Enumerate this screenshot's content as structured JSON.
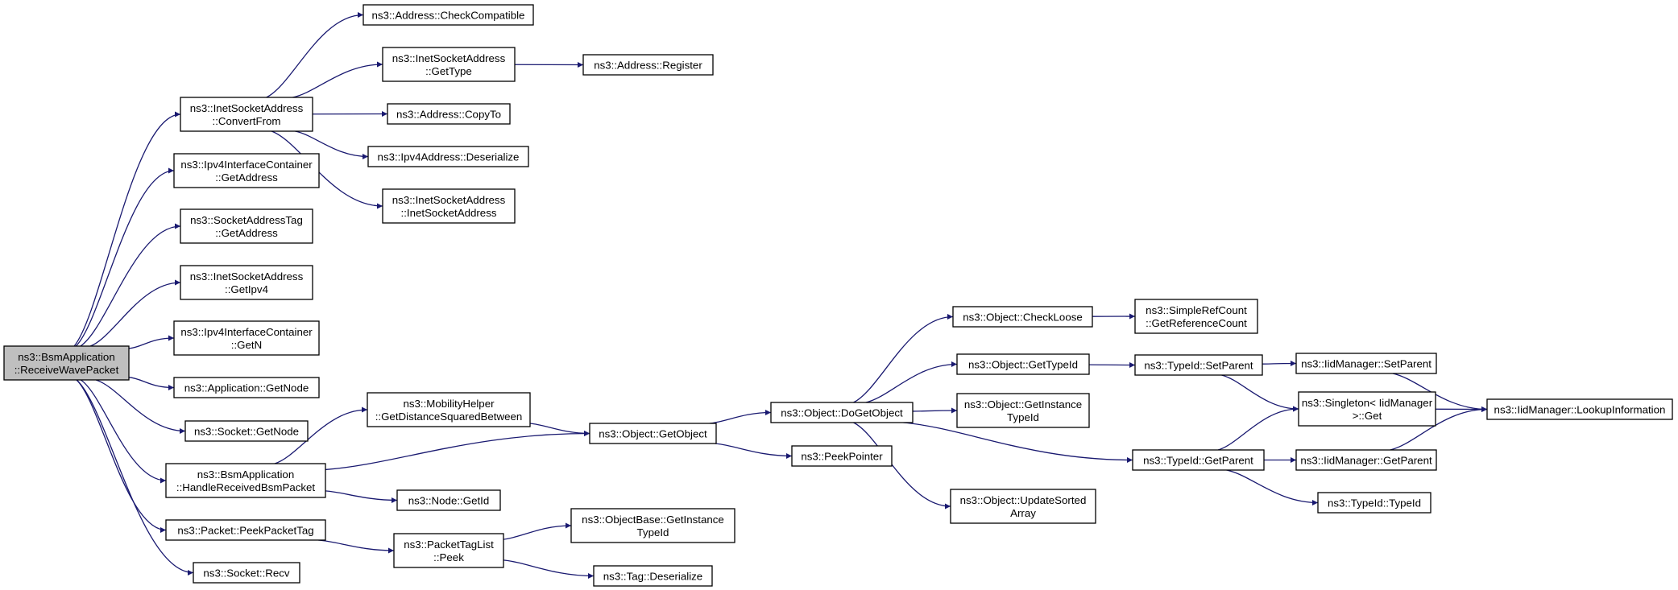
{
  "diagram": {
    "kind": "call graph",
    "edge_color": "#191970",
    "root_fill": "#bfbfbf",
    "nodes": [
      {
        "id": "root",
        "lines": [
          "ns3::BsmApplication",
          "::ReceiveWavePacket"
        ],
        "root": true
      },
      {
        "id": "convertFrom",
        "lines": [
          "ns3::InetSocketAddress",
          "::ConvertFrom"
        ]
      },
      {
        "id": "ipv4GetAddress",
        "lines": [
          "ns3::Ipv4InterfaceContainer",
          "::GetAddress"
        ]
      },
      {
        "id": "satGetAddress",
        "lines": [
          "ns3::SocketAddressTag",
          "::GetAddress"
        ]
      },
      {
        "id": "getIpv4",
        "lines": [
          "ns3::InetSocketAddress",
          "::GetIpv4"
        ]
      },
      {
        "id": "getN",
        "lines": [
          "ns3::Ipv4InterfaceContainer",
          "::GetN"
        ]
      },
      {
        "id": "appGetNode",
        "lines": [
          "ns3::Application::GetNode"
        ]
      },
      {
        "id": "sockGetNode",
        "lines": [
          "ns3::Socket::GetNode"
        ]
      },
      {
        "id": "handleBsm",
        "lines": [
          "ns3::BsmApplication",
          "::HandleReceivedBsmPacket"
        ]
      },
      {
        "id": "peekPacketTag",
        "lines": [
          "ns3::Packet::PeekPacketTag"
        ]
      },
      {
        "id": "sockRecv",
        "lines": [
          "ns3::Socket::Recv"
        ]
      },
      {
        "id": "checkCompatible",
        "lines": [
          "ns3::Address::CheckCompatible"
        ]
      },
      {
        "id": "isaGetType",
        "lines": [
          "ns3::InetSocketAddress",
          "::GetType"
        ]
      },
      {
        "id": "copyTo",
        "lines": [
          "ns3::Address::CopyTo"
        ]
      },
      {
        "id": "ipv4Deserialize",
        "lines": [
          "ns3::Ipv4Address::Deserialize"
        ]
      },
      {
        "id": "isaCtor",
        "lines": [
          "ns3::InetSocketAddress",
          "::InetSocketAddress"
        ]
      },
      {
        "id": "addrRegister",
        "lines": [
          "ns3::Address::Register"
        ]
      },
      {
        "id": "getDistSq",
        "lines": [
          "ns3::MobilityHelper",
          "::GetDistanceSquaredBetween"
        ]
      },
      {
        "id": "nodeGetId",
        "lines": [
          "ns3::Node::GetId"
        ]
      },
      {
        "id": "ptlPeek",
        "lines": [
          "ns3::PacketTagList",
          "::Peek"
        ]
      },
      {
        "id": "getObject",
        "lines": [
          "ns3::Object::GetObject"
        ]
      },
      {
        "id": "obGetInstanceTypeId",
        "lines": [
          "ns3::ObjectBase::GetInstance",
          "TypeId"
        ]
      },
      {
        "id": "tagDeserialize",
        "lines": [
          "ns3::Tag::Deserialize"
        ]
      },
      {
        "id": "doGetObject",
        "lines": [
          "ns3::Object::DoGetObject"
        ]
      },
      {
        "id": "peekPointer",
        "lines": [
          "ns3::PeekPointer"
        ]
      },
      {
        "id": "checkLoose",
        "lines": [
          "ns3::Object::CheckLoose"
        ]
      },
      {
        "id": "objGetTypeId",
        "lines": [
          "ns3::Object::GetTypeId"
        ]
      },
      {
        "id": "objGetInstanceTypeId",
        "lines": [
          "ns3::Object::GetInstance",
          "TypeId"
        ]
      },
      {
        "id": "updateSortedArray",
        "lines": [
          "ns3::Object::UpdateSorted",
          "Array"
        ]
      },
      {
        "id": "getRefCount",
        "lines": [
          "ns3::SimpleRefCount",
          "::GetReferenceCount"
        ]
      },
      {
        "id": "tidSetParent",
        "lines": [
          "ns3::TypeId::SetParent"
        ]
      },
      {
        "id": "tidGetParent",
        "lines": [
          "ns3::TypeId::GetParent"
        ]
      },
      {
        "id": "iidSetParent",
        "lines": [
          "ns3::IidManager::SetParent"
        ]
      },
      {
        "id": "singletonGet",
        "lines": [
          "ns3::Singleton< IidManager",
          ">::Get"
        ]
      },
      {
        "id": "iidGetParent",
        "lines": [
          "ns3::IidManager::GetParent"
        ]
      },
      {
        "id": "tidTypeId",
        "lines": [
          "ns3::TypeId::TypeId"
        ]
      },
      {
        "id": "lookupInfo",
        "lines": [
          "ns3::IidManager::LookupInformation"
        ]
      }
    ],
    "edges": [
      {
        "from": "root",
        "to": "convertFrom"
      },
      {
        "from": "root",
        "to": "ipv4GetAddress"
      },
      {
        "from": "root",
        "to": "satGetAddress"
      },
      {
        "from": "root",
        "to": "getIpv4"
      },
      {
        "from": "root",
        "to": "getN"
      },
      {
        "from": "root",
        "to": "appGetNode"
      },
      {
        "from": "root",
        "to": "sockGetNode"
      },
      {
        "from": "root",
        "to": "handleBsm"
      },
      {
        "from": "root",
        "to": "peekPacketTag"
      },
      {
        "from": "root",
        "to": "sockRecv"
      },
      {
        "from": "convertFrom",
        "to": "checkCompatible"
      },
      {
        "from": "convertFrom",
        "to": "isaGetType"
      },
      {
        "from": "convertFrom",
        "to": "copyTo"
      },
      {
        "from": "convertFrom",
        "to": "ipv4Deserialize"
      },
      {
        "from": "convertFrom",
        "to": "isaCtor"
      },
      {
        "from": "isaGetType",
        "to": "addrRegister"
      },
      {
        "from": "handleBsm",
        "to": "getDistSq"
      },
      {
        "from": "handleBsm",
        "to": "getObject"
      },
      {
        "from": "handleBsm",
        "to": "nodeGetId"
      },
      {
        "from": "getDistSq",
        "to": "getObject"
      },
      {
        "from": "peekPacketTag",
        "to": "ptlPeek"
      },
      {
        "from": "ptlPeek",
        "to": "obGetInstanceTypeId"
      },
      {
        "from": "ptlPeek",
        "to": "tagDeserialize"
      },
      {
        "from": "getObject",
        "to": "doGetObject"
      },
      {
        "from": "getObject",
        "to": "peekPointer"
      },
      {
        "from": "doGetObject",
        "to": "checkLoose"
      },
      {
        "from": "doGetObject",
        "to": "objGetTypeId"
      },
      {
        "from": "doGetObject",
        "to": "objGetInstanceTypeId"
      },
      {
        "from": "doGetObject",
        "to": "updateSortedArray"
      },
      {
        "from": "doGetObject",
        "to": "tidGetParent"
      },
      {
        "from": "checkLoose",
        "to": "getRefCount"
      },
      {
        "from": "objGetTypeId",
        "to": "tidSetParent"
      },
      {
        "from": "tidSetParent",
        "to": "iidSetParent"
      },
      {
        "from": "tidSetParent",
        "to": "singletonGet"
      },
      {
        "from": "tidGetParent",
        "to": "singletonGet"
      },
      {
        "from": "tidGetParent",
        "to": "iidGetParent"
      },
      {
        "from": "tidGetParent",
        "to": "tidTypeId"
      },
      {
        "from": "iidSetParent",
        "to": "lookupInfo"
      },
      {
        "from": "iidGetParent",
        "to": "lookupInfo"
      },
      {
        "from": "singletonGet",
        "to": "lookupInfo"
      }
    ]
  }
}
